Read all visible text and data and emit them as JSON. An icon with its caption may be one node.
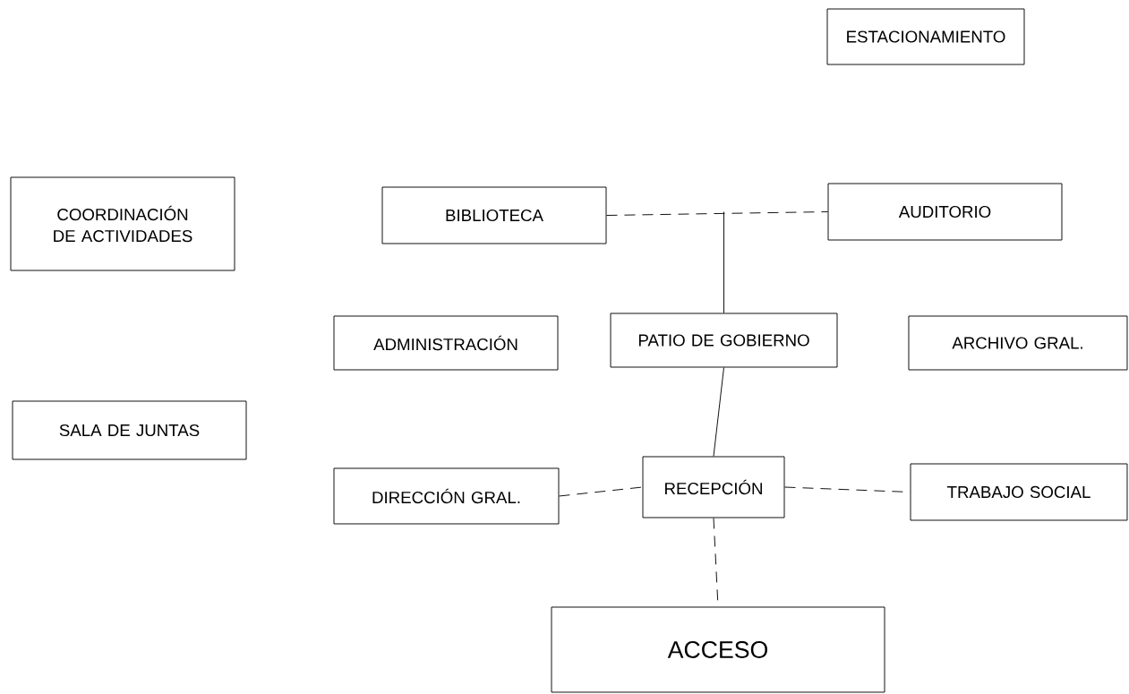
{
  "diagram": {
    "nodes": [
      {
        "text": [
          "ESTACIONAMIENTO"
        ]
      },
      {
        "text": [
          "COORDINACIÓN DE ACTIVIDADES"
        ]
      },
      {
        "text": [
          "BIBLIOTECA"
        ]
      },
      {
        "text": [
          "AUDITORIO"
        ]
      },
      {
        "text": [
          "ADMINISTRACIÓN"
        ]
      },
      {
        "text": [
          "PATIO DE GOBIERNO"
        ]
      },
      {
        "text": [
          "ARCHIVO GRAL."
        ]
      },
      {
        "text": [
          "SALA DE JUNTAS"
        ]
      },
      {
        "text": [
          "DIRECCIÓN GRAL."
        ]
      },
      {
        "text": [
          "RECEPCIÓN"
        ]
      },
      {
        "text": [
          "TRABAJO SOCIAL"
        ]
      },
      {
        "text": [
          "ACCESO"
        ]
      }
    ],
    "edges": [
      {
        "from": 2,
        "to": 3,
        "arrow": "none",
        "style": "dashed"
      },
      {
        "from": 5,
        "to": null,
        "arrow": "none"
      },
      {
        "from": 5,
        "to": 9,
        "arrow": "none"
      },
      {
        "from": 8,
        "to": 9,
        "arrow": "none",
        "style": "dashed"
      },
      {
        "from": 9,
        "to": 10,
        "arrow": "none",
        "style": "dashed"
      },
      {
        "from": 9,
        "to": 11,
        "arrow": "none",
        "style": "dashed"
      }
    ]
  }
}
